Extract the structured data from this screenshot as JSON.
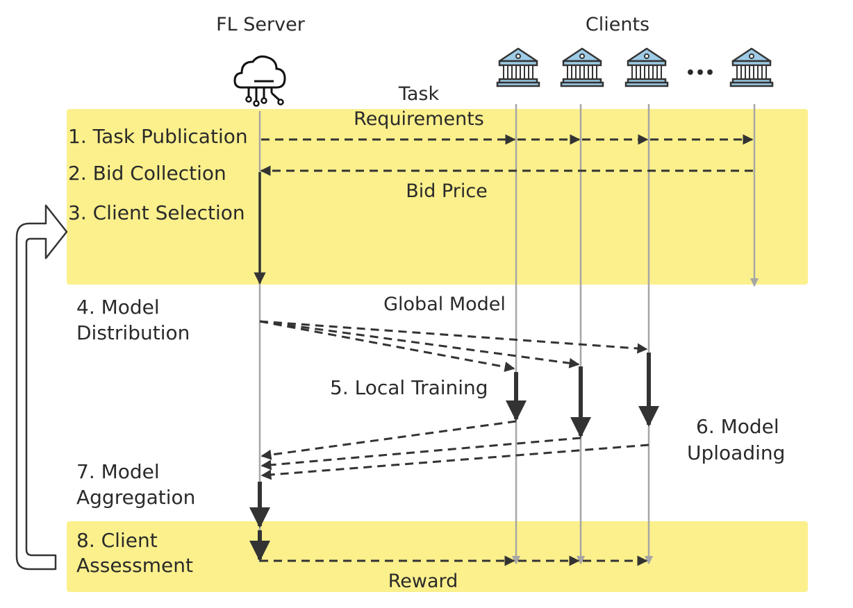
{
  "headers": {
    "server": "FL Server",
    "clients": "Clients",
    "ellipsis": "•••"
  },
  "steps": {
    "s1": "1. Task Publication",
    "s2": "2. Bid Collection",
    "s3": "3. Client Selection",
    "s4a": "4. Model",
    "s4b": "Distribution",
    "s5": "5. Local Training",
    "s6a": "6. Model",
    "s6b": "Uploading",
    "s7a": "7. Model",
    "s7b": "Aggregation",
    "s8a": "8.  Client",
    "s8b": "Assessment"
  },
  "messages": {
    "task_a": "Task",
    "task_b": "Requirements",
    "bid_price": "Bid Price",
    "global_model": "Global Model",
    "reward": "Reward"
  },
  "colors": {
    "band": "#fbf08c",
    "lifeline": "#a6a6a6",
    "arrow": "#333333",
    "icon_blue": "#9ecbe6",
    "icon_dark": "#333333"
  },
  "icons": {
    "server": "cloud-server-icon",
    "client": "bank-building-icon"
  }
}
